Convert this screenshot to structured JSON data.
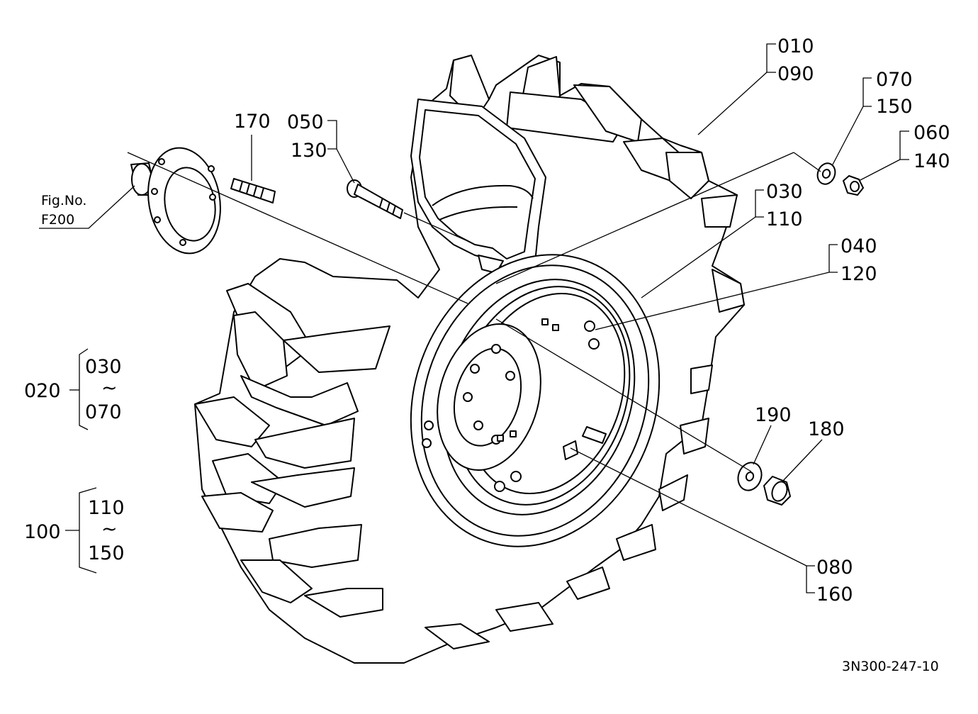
{
  "figure_ref": {
    "line1": "Fig.No.",
    "line2": "F200"
  },
  "part_labels": {
    "p010": "010",
    "p090": "090",
    "p070": "070",
    "p150": "150",
    "p060": "060",
    "p140": "140",
    "p030": "030",
    "p110": "110",
    "p040": "040",
    "p120": "120",
    "p170": "170",
    "p050": "050",
    "p130": "130",
    "p190": "190",
    "p180": "180",
    "p080": "080",
    "p160": "160"
  },
  "groups": [
    {
      "id": "020",
      "from": "030",
      "tilde": "~",
      "to": "070"
    },
    {
      "id": "100",
      "from": "110",
      "tilde": "~",
      "to": "150"
    }
  ],
  "drawing_number": "3N300-247-10"
}
